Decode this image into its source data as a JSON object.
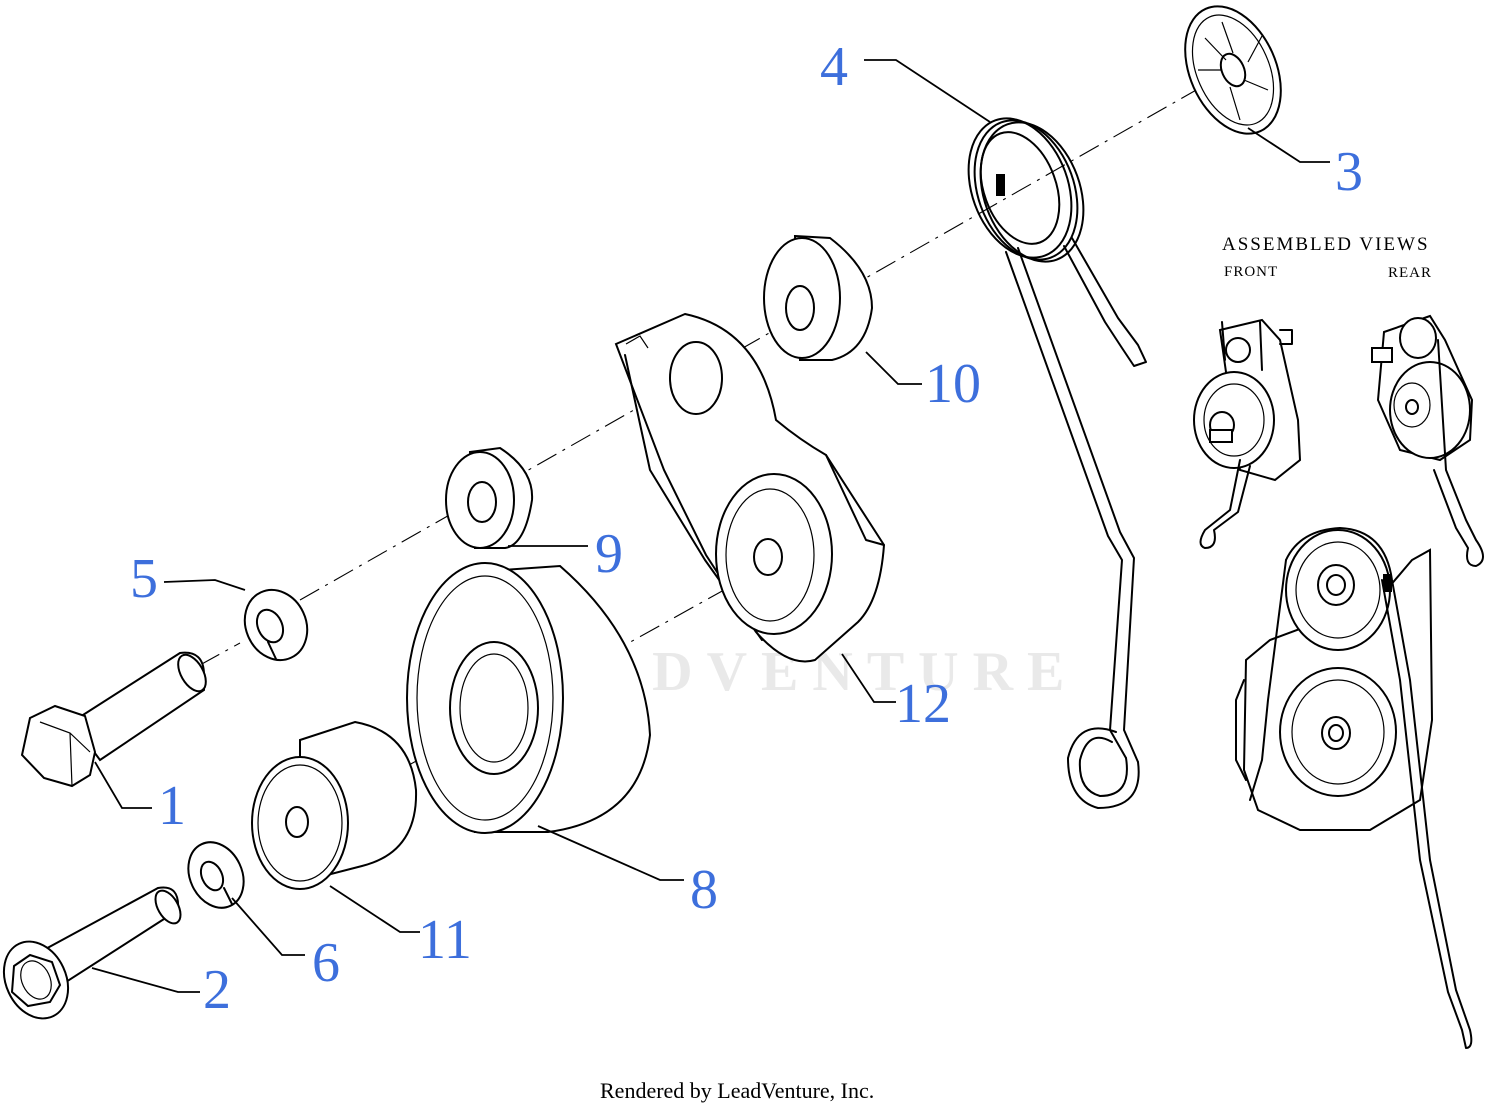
{
  "callouts": {
    "c1": "1",
    "c2": "2",
    "c3": "3",
    "c4": "4",
    "c5": "5",
    "c6": "6",
    "c8": "8",
    "c9": "9",
    "c10": "10",
    "c11": "11",
    "c12": "12"
  },
  "assembled_views": {
    "title": "ASSEMBLED VIEWS",
    "front_label": "FRONT",
    "rear_label": "REAR"
  },
  "watermark": "LEADVENTURE",
  "footer": {
    "credit": "Rendered by LeadVenture, Inc."
  },
  "colors": {
    "callout": "#3d6fdc",
    "line": "#000000",
    "watermark": "#e9e9e9"
  }
}
